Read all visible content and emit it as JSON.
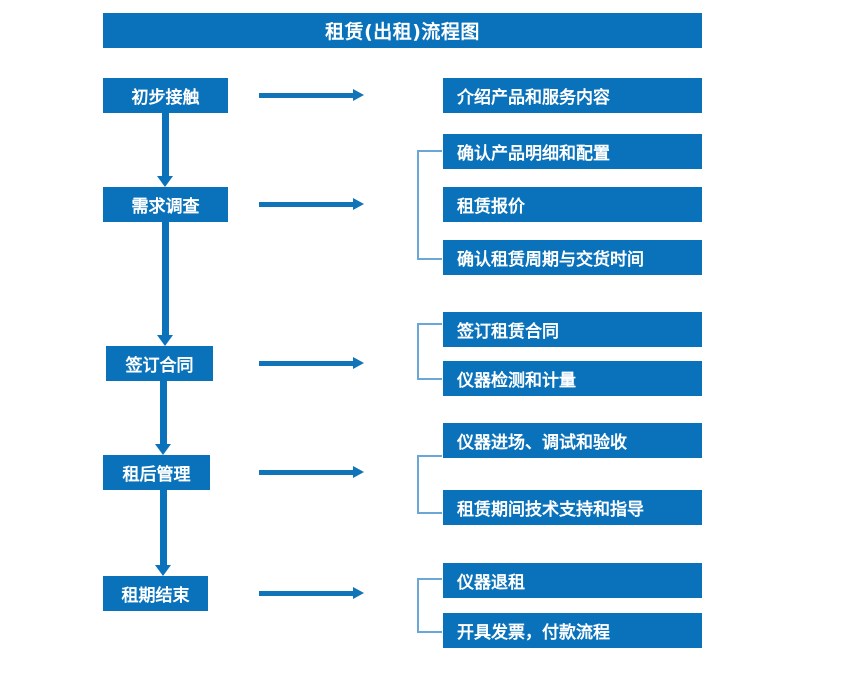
{
  "title": "租赁(出租)流程图",
  "colors": {
    "box_fill": "#0a72ba",
    "box_text": "#ffffff",
    "arrow": "#1173b8",
    "bracket": "#6aa6d6",
    "background": "#ffffff"
  },
  "stages": [
    {
      "label": "初步接触"
    },
    {
      "label": "需求调查"
    },
    {
      "label": "签订合同"
    },
    {
      "label": "租后管理"
    },
    {
      "label": "租期结束"
    }
  ],
  "details": [
    {
      "label": "介绍产品和服务内容"
    },
    {
      "label": "确认产品明细和配置"
    },
    {
      "label": "租赁报价"
    },
    {
      "label": "确认租赁周期与交货时间"
    },
    {
      "label": "签订租赁合同"
    },
    {
      "label": "仪器检测和计量"
    },
    {
      "label": "仪器进场、调试和验收"
    },
    {
      "label": "租赁期间技术支持和指导"
    },
    {
      "label": "仪器退租"
    },
    {
      "label": "开具发票，付款流程"
    }
  ],
  "groups": [
    {
      "stage": "需求调查",
      "detail_indices": [
        1,
        2,
        3
      ]
    },
    {
      "stage": "签订合同",
      "detail_indices": [
        4,
        5
      ]
    },
    {
      "stage": "租后管理",
      "detail_indices": [
        6,
        7
      ]
    },
    {
      "stage": "租期结束",
      "detail_indices": [
        8,
        9
      ]
    }
  ]
}
